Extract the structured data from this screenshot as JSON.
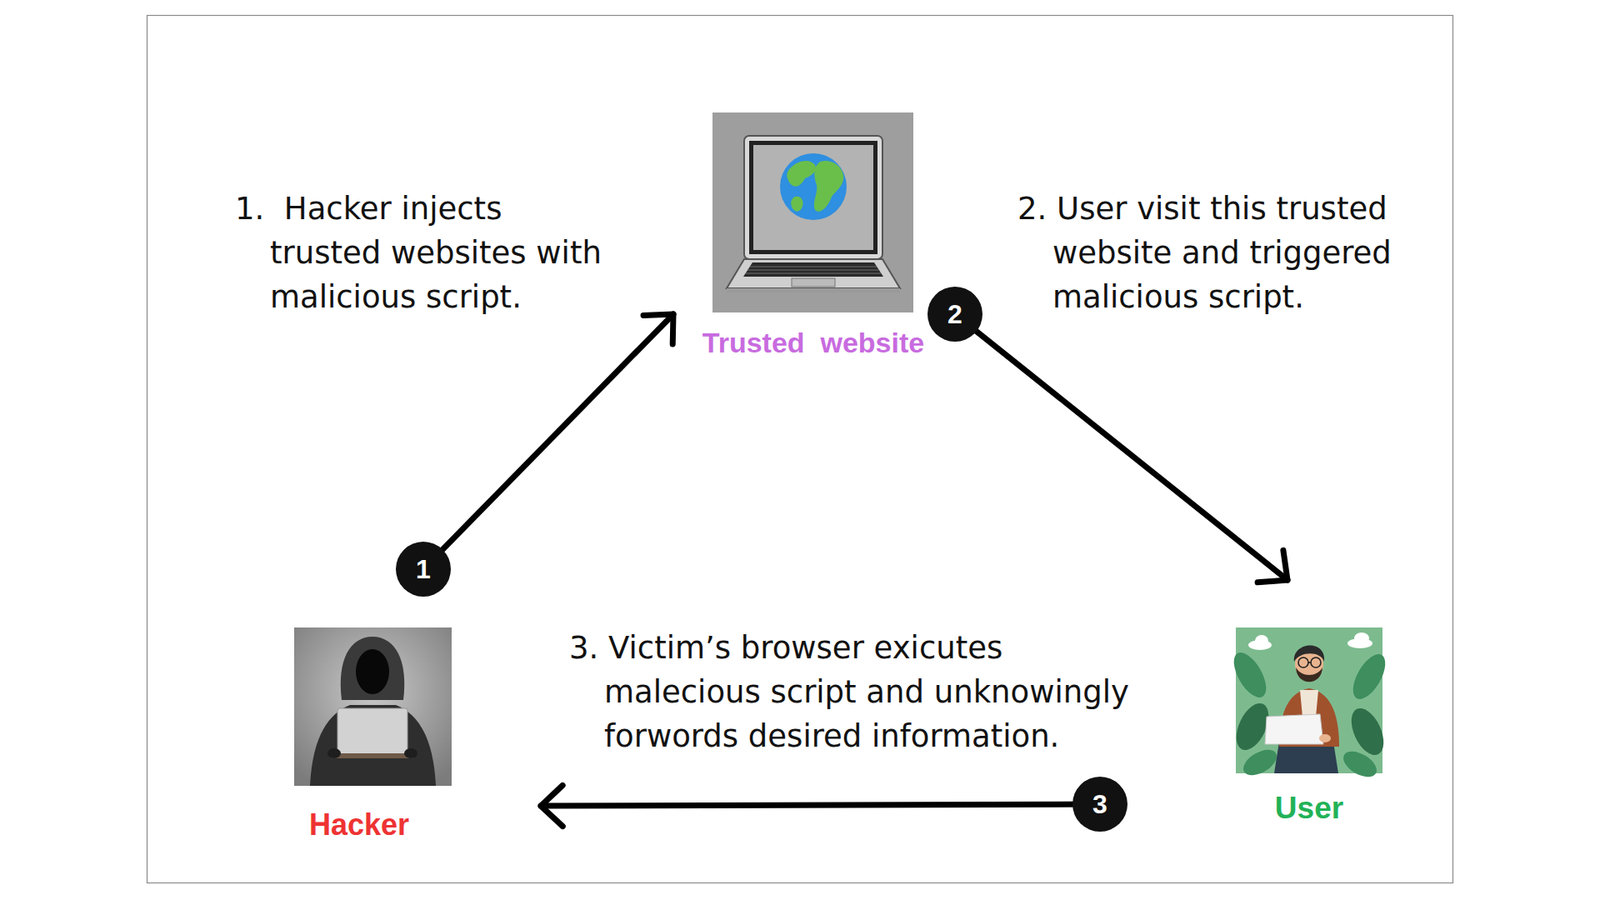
{
  "diagram": {
    "nodes": [
      {
        "text": [
          "Trusted  website"
        ]
      },
      {
        "text": [
          "Hacker"
        ]
      },
      {
        "text": [
          "User"
        ]
      }
    ],
    "edges": [
      {
        "from": 1,
        "to": 0,
        "arrow": "to",
        "label": "1"
      },
      {
        "from": 0,
        "to": 2,
        "arrow": "to",
        "label": "2"
      },
      {
        "from": 2,
        "to": 1,
        "arrow": "to",
        "label": "3"
      }
    ],
    "labels": [
      "1.  Hacker injects trusted websites with malicious script.",
      "2. User visit this trusted website and triggered malicious script.",
      "3. Victim’s browser exicutes malecious script and unknowingly forwords desired information."
    ]
  }
}
